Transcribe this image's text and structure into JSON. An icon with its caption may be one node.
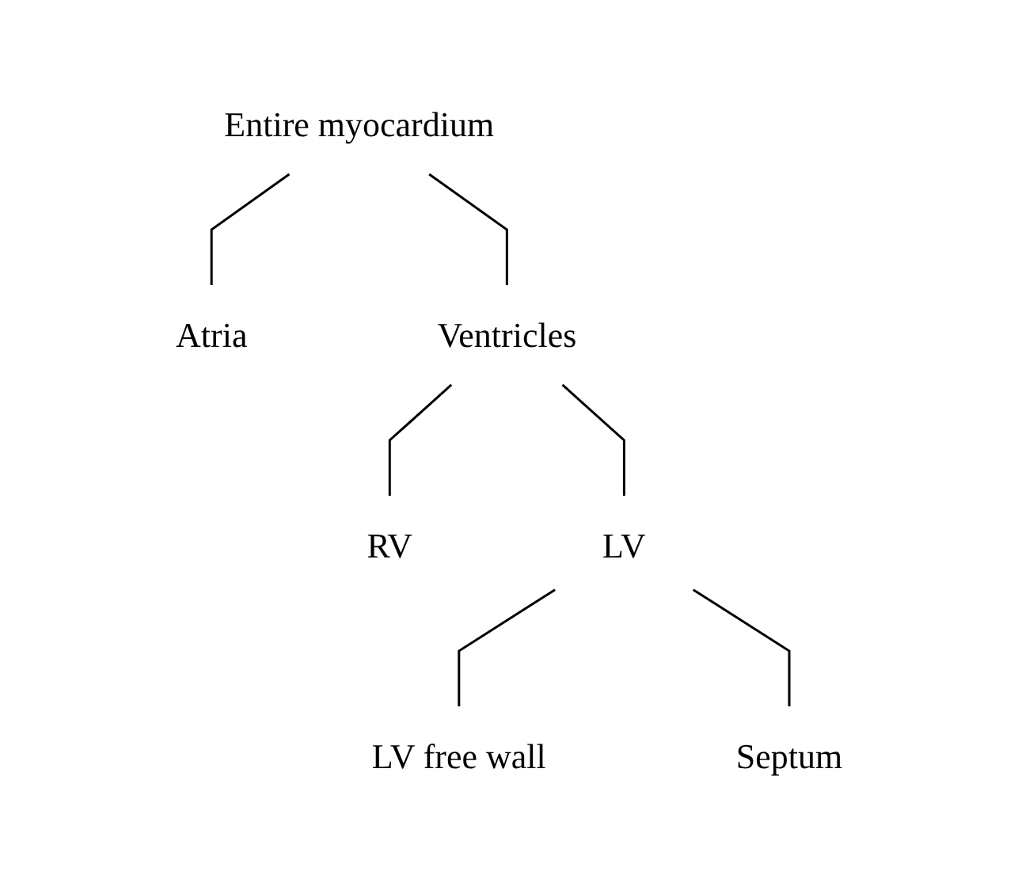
{
  "diagram": {
    "nodes": [
      {
        "text": [
          "Entire myocardium"
        ]
      },
      {
        "text": [
          "Atria"
        ]
      },
      {
        "text": [
          "Ventricles"
        ]
      },
      {
        "text": [
          "RV"
        ]
      },
      {
        "text": [
          "LV"
        ]
      },
      {
        "text": [
          "LV free wall"
        ]
      },
      {
        "text": [
          "Septum"
        ]
      }
    ],
    "edges": [
      {
        "from": 0,
        "to": 1,
        "arrow": "none"
      },
      {
        "from": 0,
        "to": 2,
        "arrow": "none"
      },
      {
        "from": 2,
        "to": 3,
        "arrow": "none"
      },
      {
        "from": 2,
        "to": 4,
        "arrow": "none"
      },
      {
        "from": 4,
        "to": 5,
        "arrow": "none"
      },
      {
        "from": 4,
        "to": 6,
        "arrow": "none"
      }
    ]
  }
}
